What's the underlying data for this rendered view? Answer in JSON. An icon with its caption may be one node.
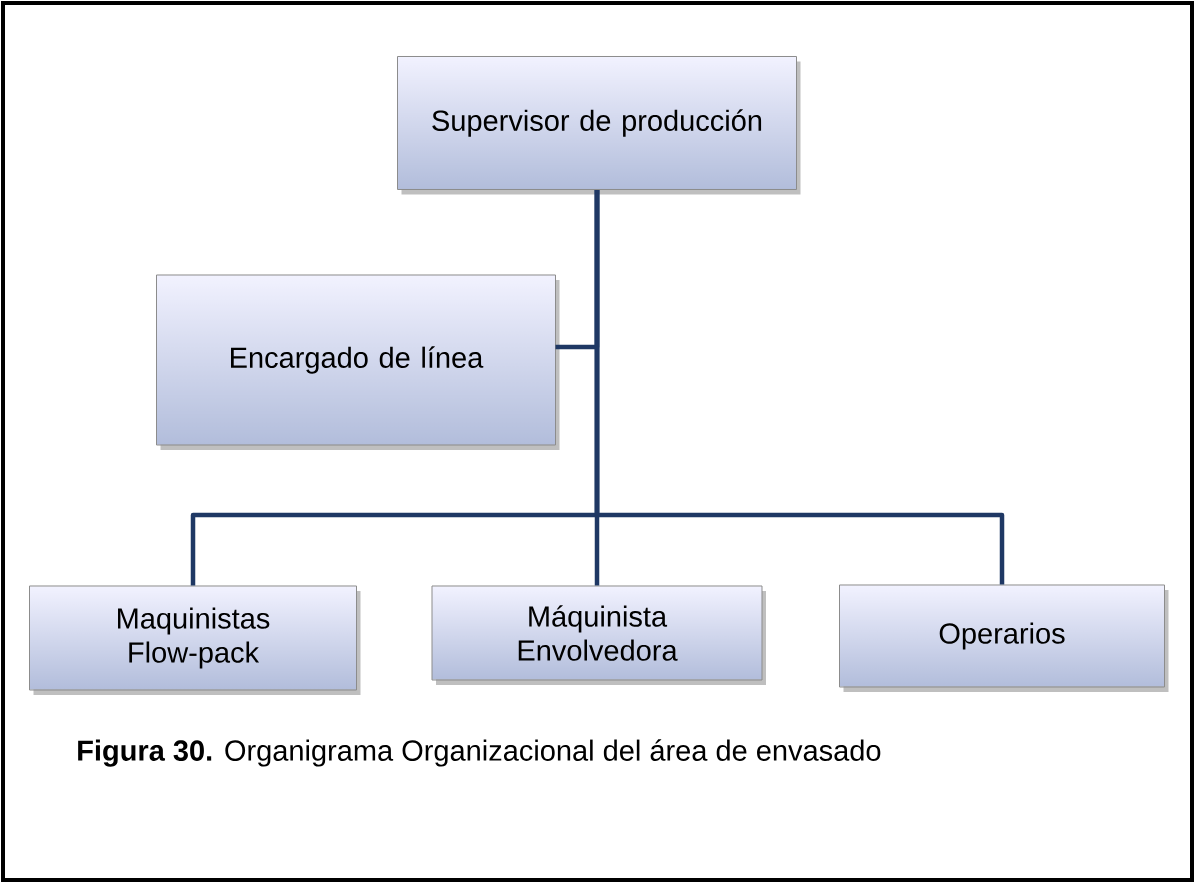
{
  "diagram": {
    "caption": "**Figura 30.** Organigrama Organizacional del área de envasado",
    "nodes": [
      {
        "text": [
          "Supervisor de producción"
        ]
      },
      {
        "text": [
          "Encargado de línea"
        ]
      },
      {
        "text": [
          "Maquinistas Flow-pack"
        ]
      },
      {
        "text": [
          "Máquinista Envolvedora"
        ]
      },
      {
        "text": [
          "Operarios"
        ]
      }
    ],
    "edges": [
      {
        "from": 0,
        "to": 1,
        "arrow": "none"
      },
      {
        "from": 0,
        "to": 2,
        "arrow": "none"
      },
      {
        "from": 0,
        "to": 3,
        "arrow": "none"
      },
      {
        "from": 0,
        "to": 4,
        "arrow": "none"
      }
    ]
  }
}
